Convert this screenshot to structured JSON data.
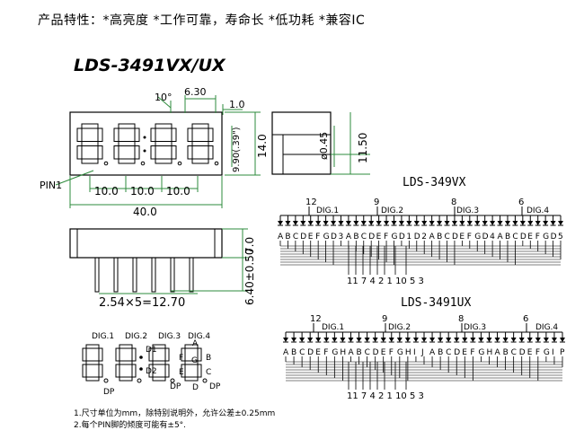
{
  "header": {
    "features": "产品特性：*高亮度 *工作可靠，寿命长 *低功耗 *兼容IC",
    "part_number": "LDS-3491VX/UX"
  },
  "front_view": {
    "angle": "10°",
    "seg_w": "6.30",
    "dp_w": "1.0",
    "height_inner": "9.90(.39\")",
    "height": "14.0",
    "pin1": "PIN1",
    "pitch": "10.0",
    "width": "40.0"
  },
  "side_view": {
    "pin_dia": "ø0.45",
    "depth": "11.50"
  },
  "bottom_view": {
    "body_h": "7.0",
    "pin_len": "6.40±0.50",
    "pin_span": "2.54×5=12.70"
  },
  "segment_labels": {
    "digits": [
      "DIG.1",
      "DIG.2",
      "DIG.3",
      "DIG.4"
    ],
    "d1": "D1",
    "d2": "D2",
    "a": "A",
    "b": "B",
    "c": "C",
    "d": "D",
    "e": "E",
    "f": "F",
    "g": "G",
    "dp": "DP"
  },
  "schematic_a": {
    "title": "LDS-349VX",
    "top_pins": [
      "12",
      "9",
      "8",
      "6"
    ],
    "digit_labels": [
      "DIG.1",
      "DIG.2",
      "DIG.3",
      "DIG.4"
    ],
    "segments": "ABCDEFGD3ABCDEFGD1D2ABCDEFGD4ABCDEFGD5",
    "bottom_pins": "11 7 4 2 1 10 5 3"
  },
  "schematic_b": {
    "title": "LDS-3491UX",
    "top_pins": [
      "12",
      "9",
      "8",
      "6"
    ],
    "digit_labels": [
      "DIG.1",
      "DIG.2",
      "DIG.3",
      "DIG.4"
    ],
    "segments": "ABCDEFGHABCDEFGHIJABCDEFGHABCDEFGIP",
    "bottom_pins": "11 7 4 2 1 10 5 3"
  },
  "notes": [
    "1.尺寸单位为mm，除特别说明外，允许公差±0.25mm",
    "2.每个PIN脚的倾度可能有±5°."
  ]
}
